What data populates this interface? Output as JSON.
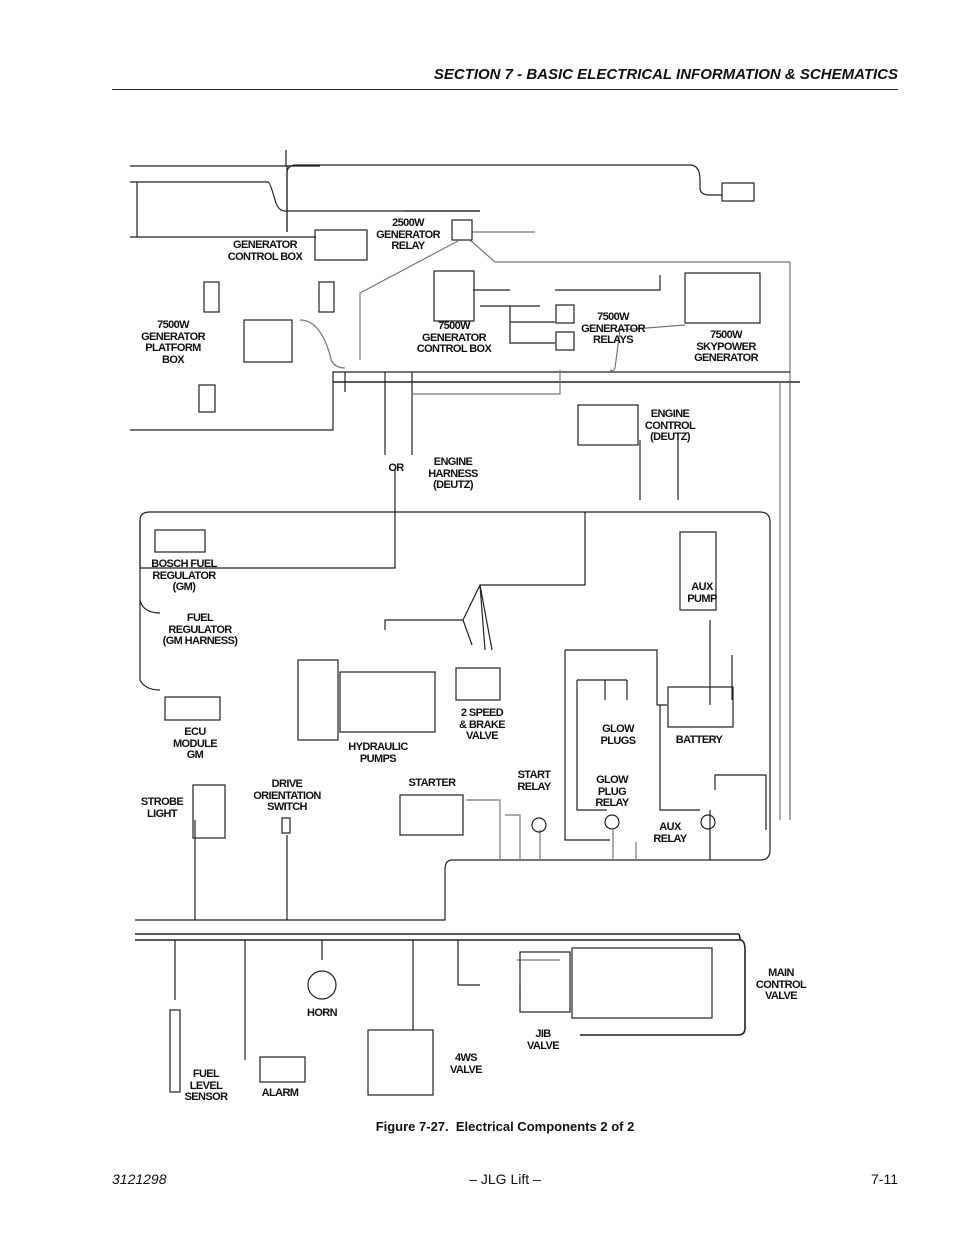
{
  "header": {
    "section_title": "SECTION 7 - BASIC ELECTRICAL INFORMATION & SCHEMATICS"
  },
  "labels": {
    "generator_control_box": [
      "GENERATOR",
      "CONTROL BOX"
    ],
    "gen_relay_2500": [
      "2500W",
      "GENERATOR",
      "RELAY"
    ],
    "platform_box_7500": [
      "7500W",
      "GENERATOR",
      "PLATFORM",
      "BOX"
    ],
    "control_box_7500": [
      "7500W",
      "GENERATOR",
      "CONTROL BOX"
    ],
    "relays_7500": [
      "7500W",
      "GENERATOR",
      "RELAYS"
    ],
    "skypower": [
      "7500W",
      "SKYPOWER",
      "GENERATOR"
    ],
    "engine_control": [
      "ENGINE",
      "CONTROL",
      "(DEUTZ)"
    ],
    "or": [
      "OR"
    ],
    "engine_harness": [
      "ENGINE",
      "HARNESS",
      "(DEUTZ)"
    ],
    "bosch": [
      "BOSCH FUEL",
      "REGULATOR",
      "(GM)"
    ],
    "fuel_regulator": [
      "FUEL",
      "REGULATOR",
      "(GM HARNESS)"
    ],
    "aux_pump": [
      "AUX",
      "PUMP"
    ],
    "ecu": [
      "ECU",
      "MODULE",
      "GM"
    ],
    "hydraulic": [
      "HYDRAULIC",
      "PUMPS"
    ],
    "two_speed": [
      "2 SPEED",
      "& BRAKE",
      "VALVE"
    ],
    "glow_plugs": [
      "GLOW",
      "PLUGS"
    ],
    "battery": [
      "BATTERY"
    ],
    "strobe": [
      "STROBE",
      "LIGHT"
    ],
    "drive_switch": [
      "DRIVE",
      "ORIENTATION",
      "SWITCH"
    ],
    "starter": [
      "STARTER"
    ],
    "start_relay": [
      "START",
      "RELAY"
    ],
    "glow_relay": [
      "GLOW",
      "PLUG",
      "RELAY"
    ],
    "aux_relay": [
      "AUX",
      "RELAY"
    ],
    "main_valve": [
      "MAIN",
      "CONTROL",
      "VALVE"
    ],
    "horn": [
      "HORN"
    ],
    "jib": [
      "JIB",
      "VALVE"
    ],
    "fourws": [
      "4WS",
      "VALVE"
    ],
    "fuel_level": [
      "FUEL",
      "LEVEL",
      "SENSOR"
    ],
    "alarm": [
      "ALARM"
    ]
  },
  "caption": "Figure 7-27.  Electrical Components 2 of 2",
  "footer": {
    "doc_number": "3121298",
    "center": "– JLG Lift –",
    "page": "7-11"
  }
}
